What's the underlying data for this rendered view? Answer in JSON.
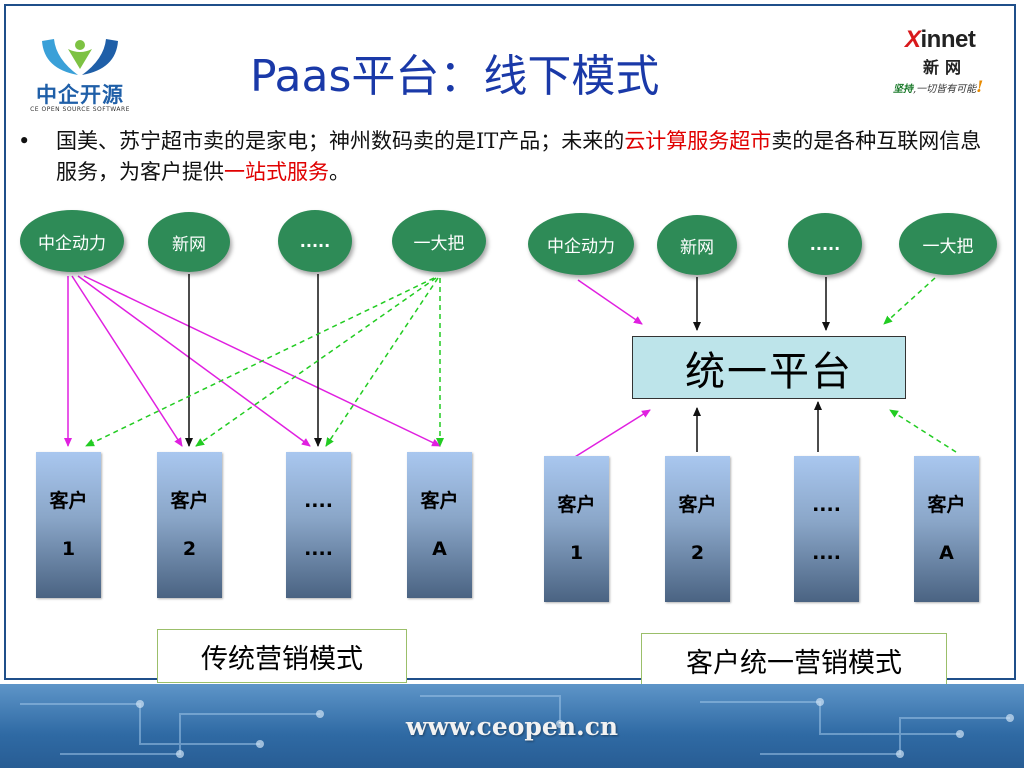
{
  "title": "Paas平台：线下模式",
  "logo_left": {
    "cn": "中企开源",
    "en": "CE OPEN SOURCE SOFTWARE",
    "colors": [
      "#1f5fa8",
      "#3aa0d8",
      "#7dc243"
    ]
  },
  "logo_right": {
    "brand_x": "X",
    "brand_rest": "innet",
    "cn": "新网",
    "slogan_em": "坚持",
    "slogan_rest": ",一切皆有可能",
    "slogan_ex": "!"
  },
  "bullet": {
    "marker": "•",
    "segments": [
      {
        "text": "国美、苏宁超市卖的是家电；神州数码卖的是IT产品；未来的",
        "color": "#111111"
      },
      {
        "text": "云计算服务超市",
        "color": "#e00000"
      },
      {
        "text": "卖的是各种互联网信息服务，为客户提供",
        "color": "#111111"
      },
      {
        "text": "一站式服务",
        "color": "#e00000"
      },
      {
        "text": "。",
        "color": "#111111"
      }
    ]
  },
  "left_model": {
    "providers": [
      "中企动力",
      "新网",
      ".....",
      "一大把"
    ],
    "customers": [
      {
        "line1": "客户",
        "line2": "1"
      },
      {
        "line1": "客户",
        "line2": "2"
      },
      {
        "line1": "....",
        "line2": "...."
      },
      {
        "line1": "客户",
        "line2": "A"
      }
    ],
    "caption": "传统营销模式"
  },
  "right_model": {
    "providers": [
      "中企动力",
      "新网",
      ".....",
      "一大把"
    ],
    "platform": "统一平台",
    "customers": [
      {
        "line1": "客户",
        "line2": "1"
      },
      {
        "line1": "客户",
        "line2": "2"
      },
      {
        "line1": "....",
        "line2": "...."
      },
      {
        "line1": "客户",
        "line2": "A"
      }
    ],
    "caption": "客户统一营销模式"
  },
  "arrow_colors": {
    "magenta": "#e020e0",
    "black": "#111111",
    "green": "#22cc22"
  },
  "footer": {
    "url": "www.ceopen.cn"
  }
}
